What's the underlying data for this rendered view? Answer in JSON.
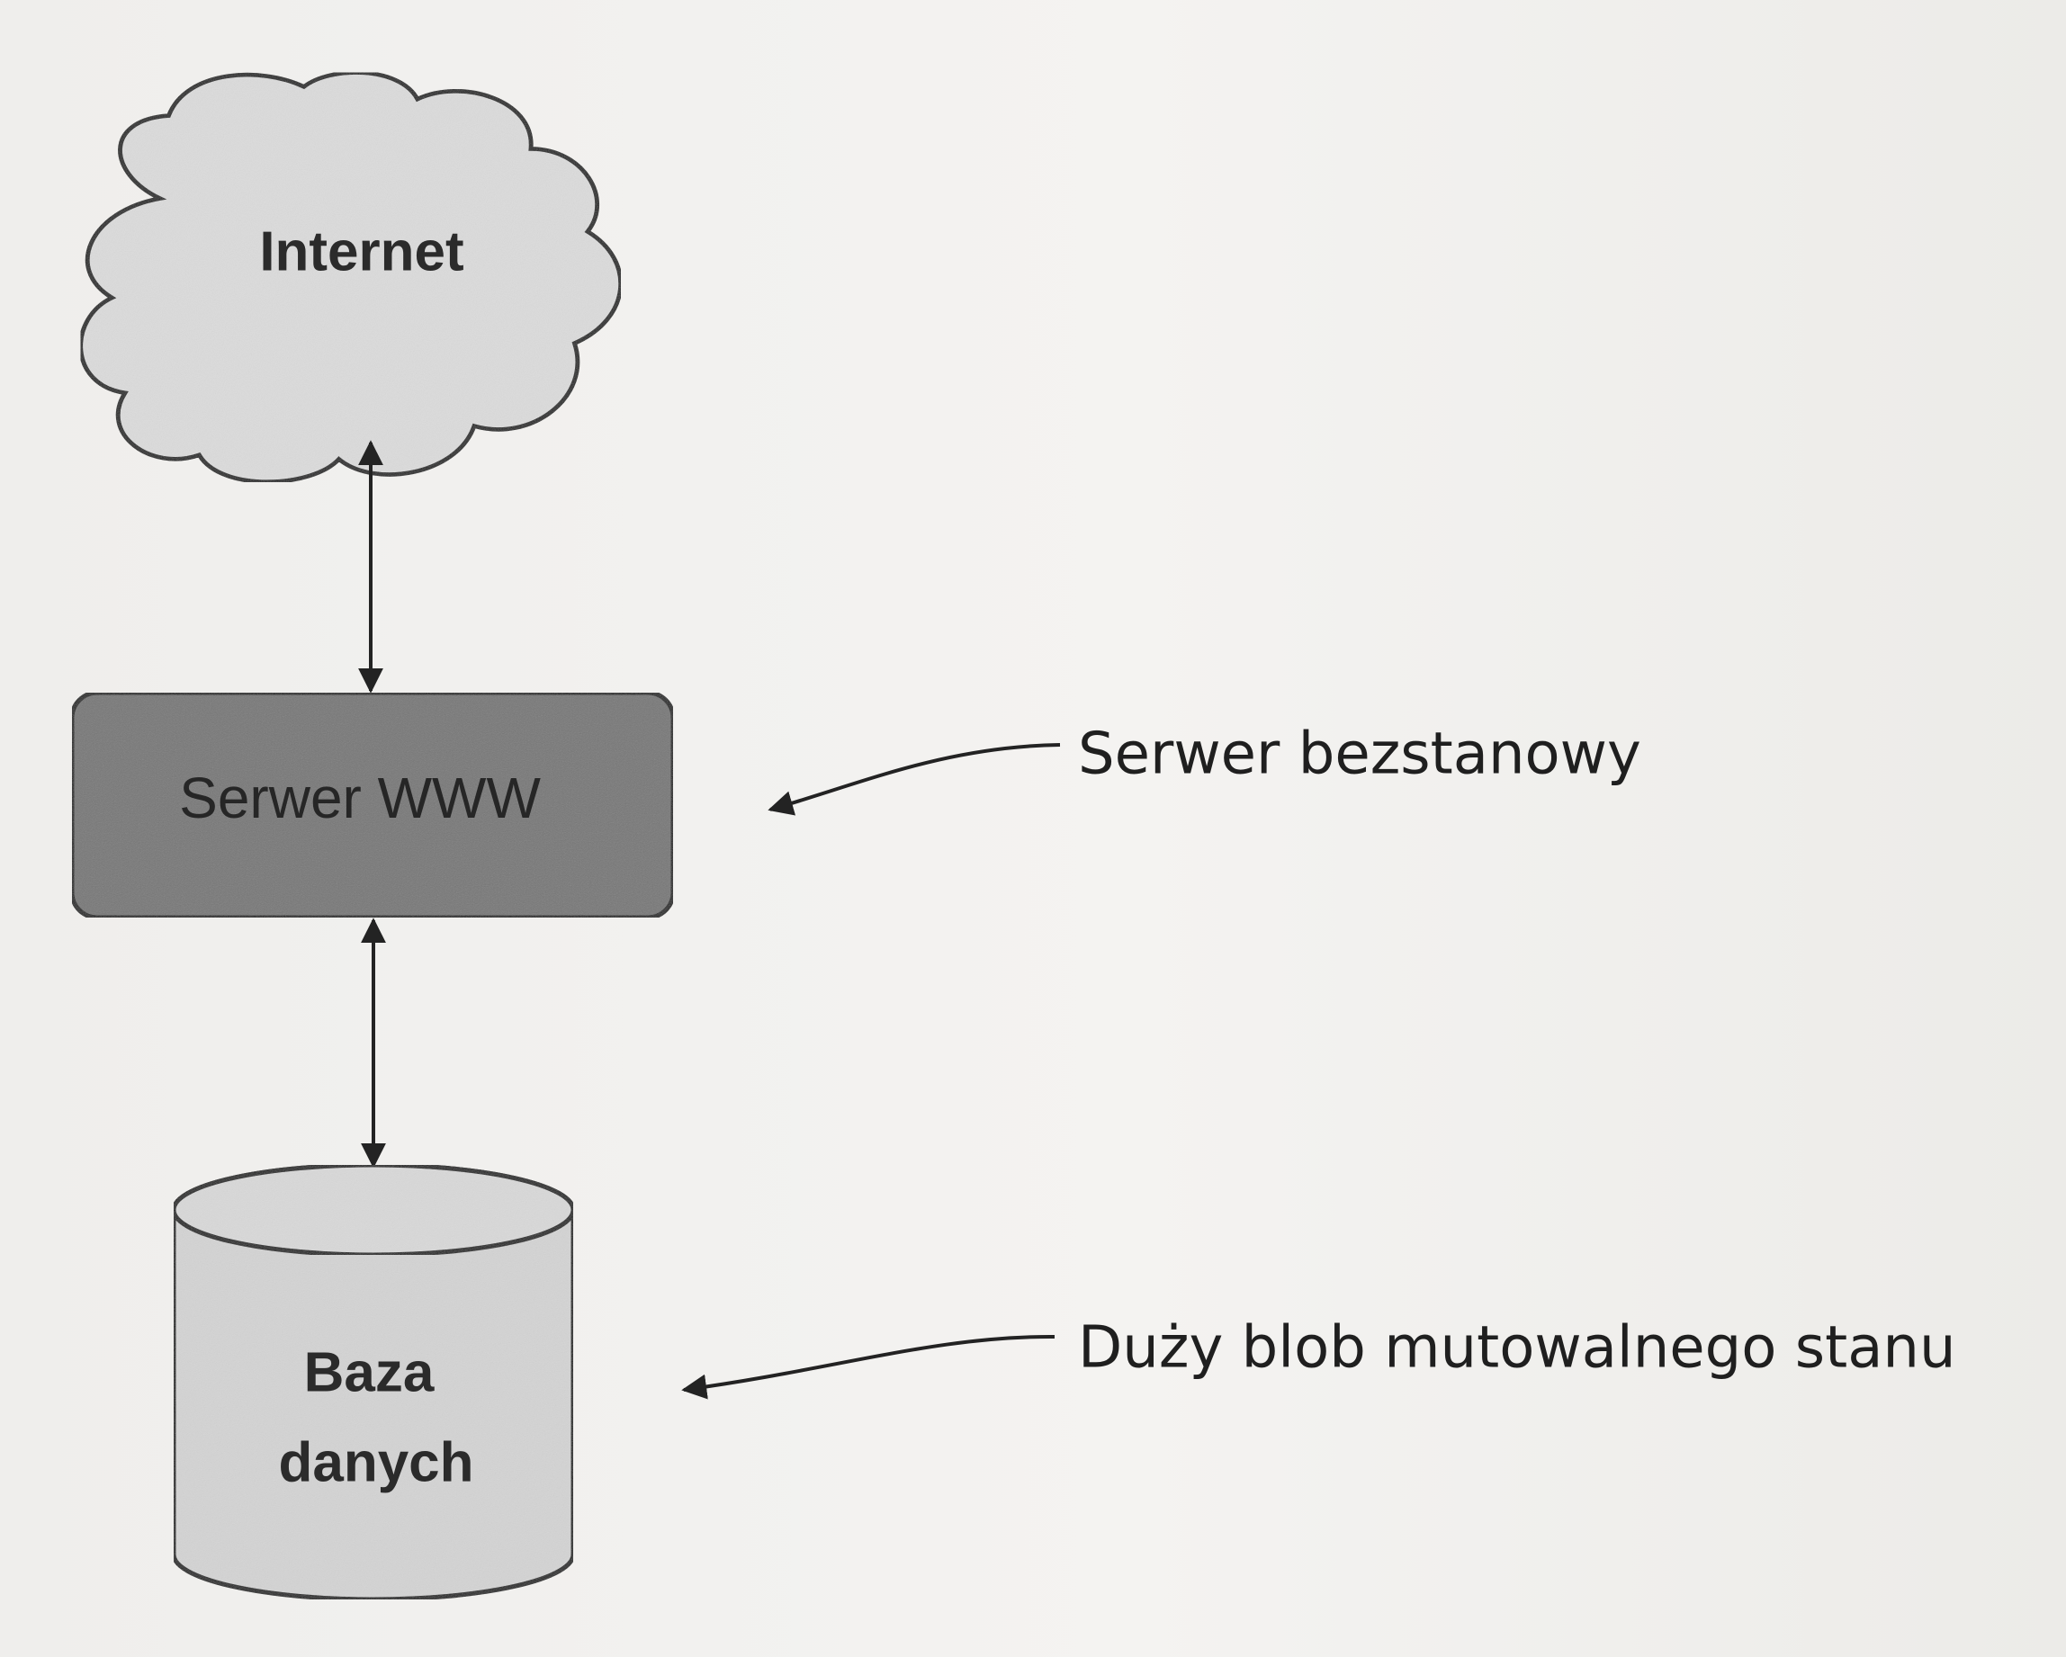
{
  "nodes": {
    "internet": {
      "label": "Internet"
    },
    "web_server": {
      "label": "Serwer WWW"
    },
    "database": {
      "label_line1": "Baza",
      "label_line2": "danych"
    }
  },
  "annotations": {
    "web_server_note": "Serwer bezstanowy",
    "database_note": "Duży blob mutowalnego stanu"
  },
  "colors": {
    "cloud_fill": "#dcdcdc",
    "server_fill": "#777777",
    "database_fill": "#d4d4d4",
    "stroke": "#232323"
  }
}
